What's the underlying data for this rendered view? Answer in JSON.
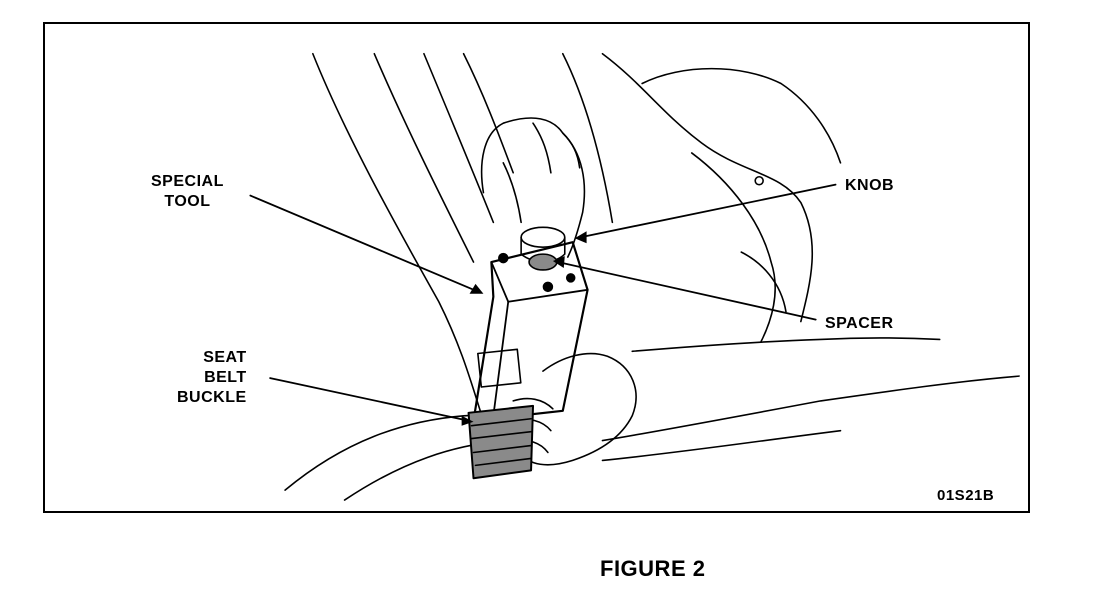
{
  "figure": {
    "caption": "FIGURE 2",
    "code": "01S21B"
  },
  "labels": {
    "special_tool": [
      "SPECIAL",
      "TOOL"
    ],
    "seat_belt_buckle": [
      "SEAT",
      "BELT",
      "BUCKLE"
    ],
    "knob": "KNOB",
    "spacer": "SPACER"
  },
  "colors": {
    "ink": "#000000",
    "paper": "#ffffff",
    "shade": "#8a8a8a"
  }
}
